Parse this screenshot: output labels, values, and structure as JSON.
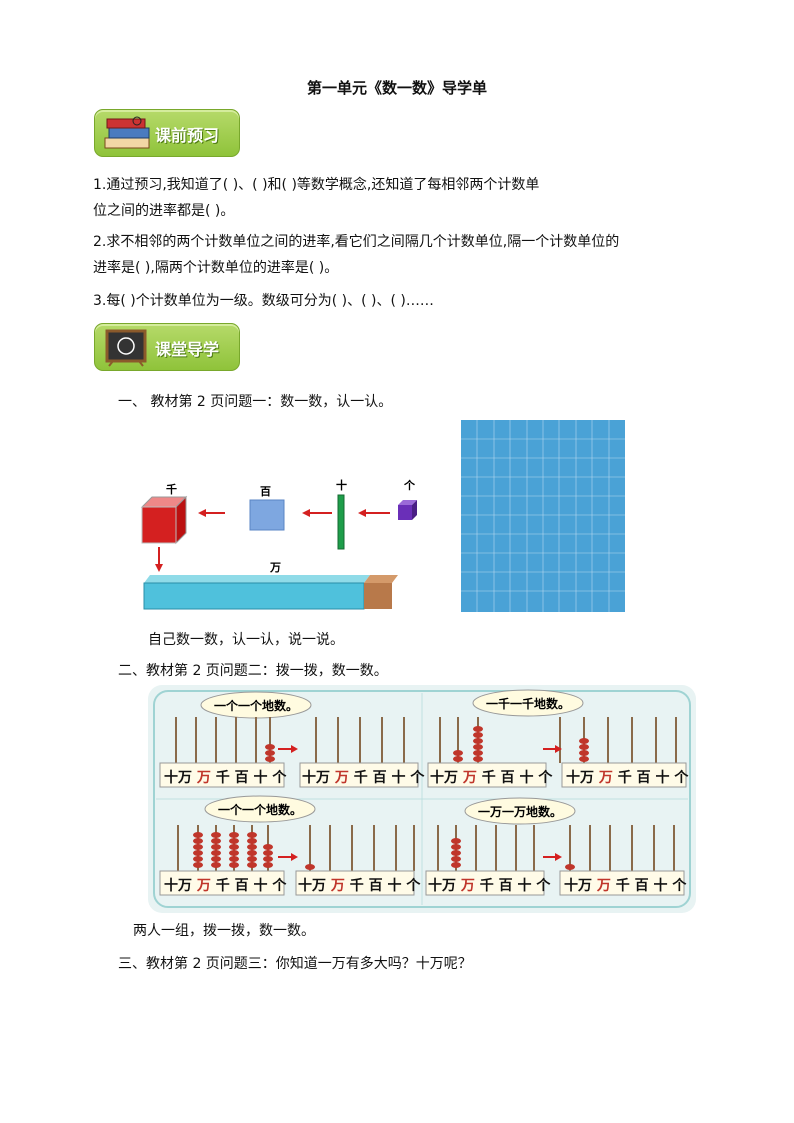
{
  "doc": {
    "title": "第一单元《数一数》导学单",
    "section1_badge": "课前预习",
    "section2_badge": "课堂导学",
    "q1_line1": "1.通过预习,我知道了(      )、(      )和(      )等数学概念,还知道了每相邻两个计数单",
    "q1_line2": "位之间的进率都是(      )。",
    "q2_line1": "2.求不相邻的两个计数单位之间的进率,看它们之间隔几个计数单位,隔一个计数单位的",
    "q2_line2": "进率是(      ),隔两个计数单位的进率是(      )。",
    "q3": "3.每(      )个计数单位为一级。数级可分为(      )、(      )、(      )……",
    "task1": "一、    教材第 2 页问题一：数一数，认一认。",
    "task1_note": "自己数一数，认一认，说一说。",
    "task2": "二、教材第 2 页问题二：拨一拨，数一数。",
    "task2_note": "两人一组，拨一拨，数一数。",
    "task3": "三、教材第 2 页问题三：你知道一万有多大吗？十万呢？"
  },
  "blocks": {
    "qian": "千",
    "bai": "百",
    "shi": "十",
    "ge": "个",
    "wan": "万"
  },
  "abacus": {
    "bubble1": "一个一个地数。",
    "bubble2": "一千一千地数。",
    "bubble3": "一个一个地数。",
    "bubble4": "一万一万地数。",
    "places": [
      "十万",
      "万",
      "千",
      "百",
      "十",
      "个"
    ]
  },
  "colors": {
    "badge_green": "#8fc33a",
    "cube_blue": "#4fc1dc",
    "cube_red": "#d42020",
    "arrow_red": "#d42020",
    "bead_red": "#c0362b"
  }
}
